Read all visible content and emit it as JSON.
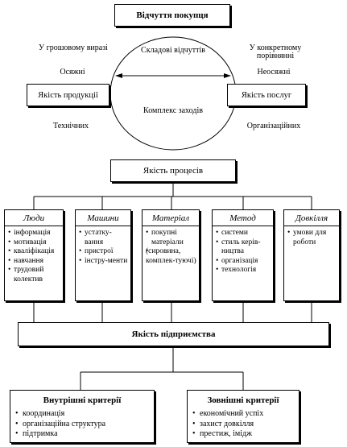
{
  "top_box": "Відчуття покупця",
  "circle": {
    "upper_label": "Складові відчуттів",
    "lower_label": "Комплекс заходів"
  },
  "left": {
    "label_top": "У грошовому виразі",
    "label_mid": "Осяжні",
    "box": "Якість продукції",
    "label_bottom": "Технічних"
  },
  "right": {
    "label_top": "У конкретному порівнянні",
    "label_mid": "Неосяжні",
    "box": "Якість послуг",
    "label_bottom": "Організаційних"
  },
  "process_box": "Якість процесів",
  "columns": [
    {
      "header": "Люди",
      "items": [
        "інформація",
        "мотивація",
        "кваліфікація",
        "навчання",
        "трудовий колектив"
      ]
    },
    {
      "header": "Машини",
      "items": [
        "устатку-вання",
        "пристрої",
        "інстру-менти"
      ]
    },
    {
      "header": "Матеріал",
      "items": [
        "покупні матеріали",
        "(сировина, комплек-туючі)"
      ]
    },
    {
      "header": "Метод",
      "items": [
        "системи",
        "стиль керів-ництва",
        "організація",
        "технологія"
      ]
    },
    {
      "header": "Довкілля",
      "items": [
        "умови для роботи"
      ]
    }
  ],
  "enterprise_box": "Якість підприємства",
  "internal": {
    "title": "Внутрішні критерії",
    "items": [
      "координація",
      "організаційна структура",
      "підтримка"
    ]
  },
  "external": {
    "title": "Зовнішні критерії",
    "items": [
      "економічний успіх",
      "захист довкілля",
      "престиж, імідж"
    ]
  }
}
